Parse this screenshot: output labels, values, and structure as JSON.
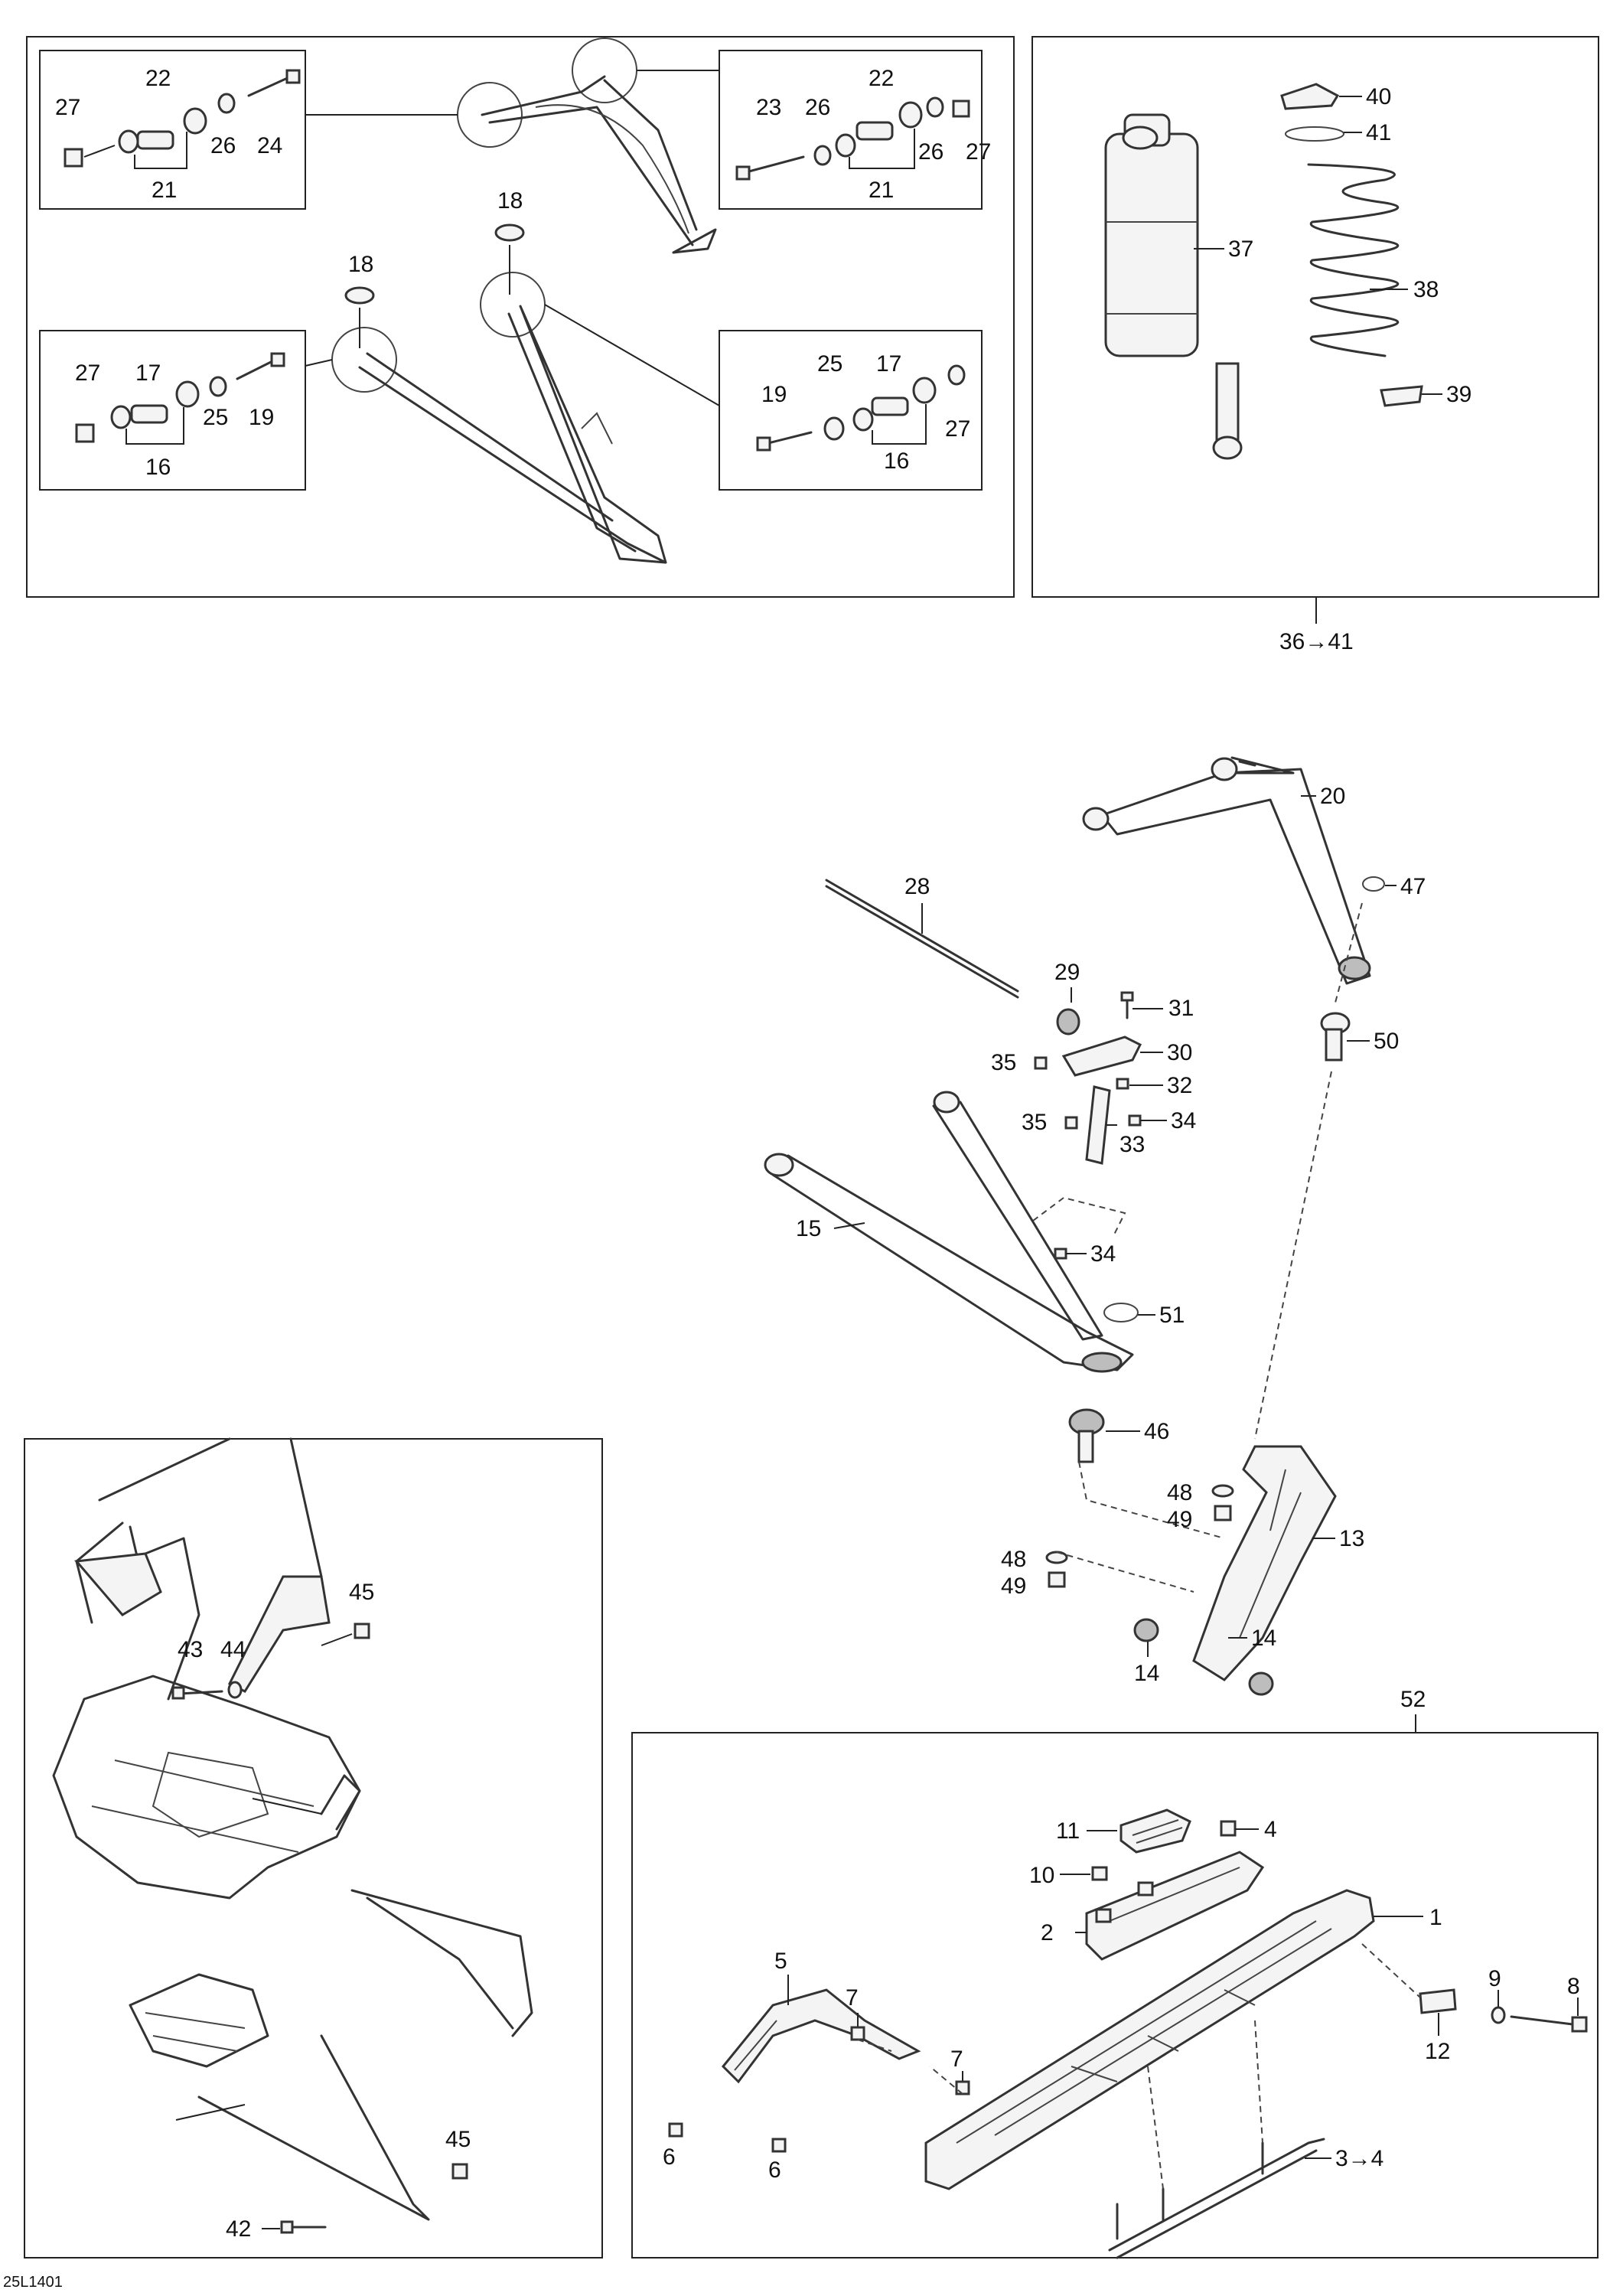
{
  "drawing_code": "25L1401",
  "labels": {
    "l1": "1",
    "l2": "2",
    "l3_4": "3→4",
    "l4": "4",
    "l5": "5",
    "l6a": "6",
    "l6b": "6",
    "l7a": "7",
    "l7b": "7",
    "l8": "8",
    "l9": "9",
    "l10": "10",
    "l11": "11",
    "l12": "12",
    "l13": "13",
    "l14a": "14",
    "l14b": "14",
    "l15": "15",
    "l16a": "16",
    "l16b": "16",
    "l17a": "17",
    "l17b": "17",
    "l18a": "18",
    "l18b": "18",
    "l19a": "19",
    "l19b": "19",
    "l20": "20",
    "l21a": "21",
    "l21b": "21",
    "l22a": "22",
    "l22b": "22",
    "l23": "23",
    "l24": "24",
    "l25a": "25",
    "l25b": "25",
    "l26a": "26",
    "l26b": "26",
    "l26c": "26",
    "l27a": "27",
    "l27b": "27",
    "l27c": "27",
    "l27d": "27",
    "l28": "28",
    "l29": "29",
    "l30": "30",
    "l31": "31",
    "l32": "32",
    "l33": "33",
    "l34a": "34",
    "l34b": "34",
    "l35a": "35",
    "l35b": "35",
    "l36_41": "36→41",
    "l37": "37",
    "l38": "38",
    "l39": "39",
    "l40": "40",
    "l41": "41",
    "l42": "42",
    "l43": "43",
    "l44": "44",
    "l45a": "45",
    "l45b": "45",
    "l46": "46",
    "l47": "47",
    "l48a": "48",
    "l48b": "48",
    "l49a": "49",
    "l49b": "49",
    "l50": "50",
    "l51": "51",
    "l52": "52"
  }
}
